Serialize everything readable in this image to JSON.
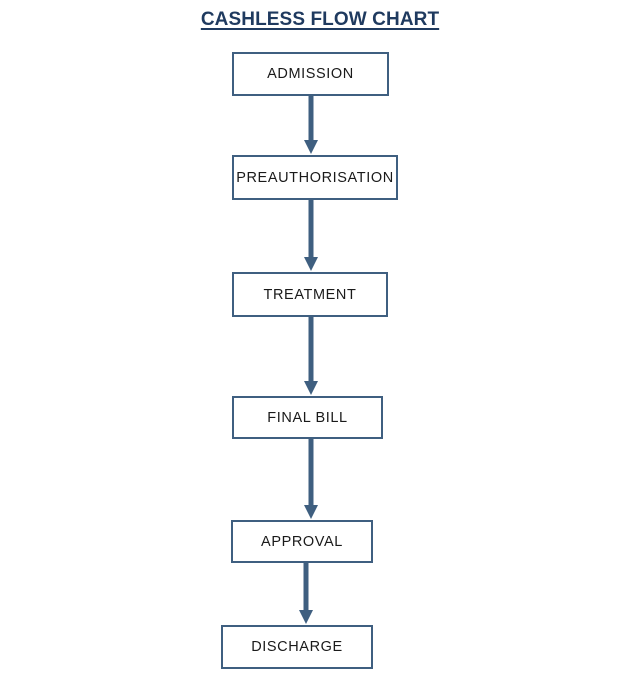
{
  "title": "CASHLESS FLOW CHART",
  "theme": {
    "background": "#ffffff",
    "title_color": "#1f3a5f",
    "box_border_color": "#3f5f80",
    "box_fill_color": "#ffffff",
    "arrow_color": "#3f5f80",
    "label_color": "#1a1a1a"
  },
  "diagram": {
    "type": "flowchart",
    "orientation": "vertical",
    "nodes": [
      {
        "id": "admission",
        "label": "ADMISSION"
      },
      {
        "id": "preauthorisation",
        "label": "PREAUTHORISATION"
      },
      {
        "id": "treatment",
        "label": "TREATMENT"
      },
      {
        "id": "finalbill",
        "label": "FINAL BILL"
      },
      {
        "id": "approval",
        "label": "APPROVAL"
      },
      {
        "id": "discharge",
        "label": "DISCHARGE"
      }
    ],
    "edges": [
      {
        "id": "e1",
        "from": "admission",
        "to": "preauthorisation",
        "marker": "arrow-down"
      },
      {
        "id": "e2",
        "from": "preauthorisation",
        "to": "treatment",
        "marker": "arrow-down"
      },
      {
        "id": "e3",
        "from": "treatment",
        "to": "finalbill",
        "marker": "arrow-down"
      },
      {
        "id": "e4",
        "from": "finalbill",
        "to": "approval",
        "marker": "arrow-down"
      },
      {
        "id": "e5",
        "from": "approval",
        "to": "discharge",
        "marker": "arrow-down"
      }
    ]
  }
}
